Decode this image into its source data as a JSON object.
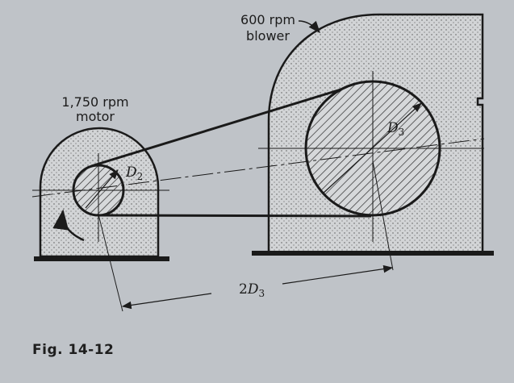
{
  "motor": {
    "speed": "1,750 rpm",
    "name": "motor",
    "pulley_label": "D",
    "pulley_sub": "2"
  },
  "blower": {
    "speed": "600 rpm",
    "name": "blower",
    "pulley_label": "D",
    "pulley_sub": "3"
  },
  "center_distance": {
    "coef": "2",
    "label": "D",
    "sub": "3"
  },
  "caption": "Fig. 14-12"
}
